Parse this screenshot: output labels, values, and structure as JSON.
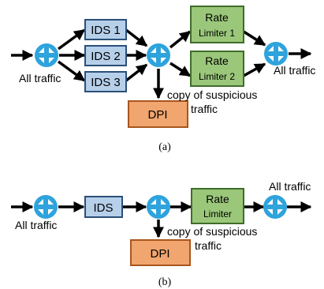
{
  "diagram_a": {
    "caption": "(a)",
    "input_label": "All traffic",
    "output_label": "All traffic",
    "ids_boxes": [
      "IDS 1",
      "IDS 2",
      "IDS 3"
    ],
    "rate_limiters": [
      {
        "line1": "Rate",
        "line2": "Limiter 1"
      },
      {
        "line1": "Rate",
        "line2": "Limiter 2"
      }
    ],
    "dpi_label": "DPI",
    "copy_label_line1": "copy of suspicious",
    "copy_label_line2": "traffic"
  },
  "diagram_b": {
    "caption": "(b)",
    "input_label": "All traffic",
    "output_label": "All traffic",
    "ids_label": "IDS",
    "rate_limiter": {
      "line1": "Rate",
      "line2": "Limiter"
    },
    "dpi_label": "DPI",
    "copy_label_line1": "copy of suspicious",
    "copy_label_line2": "traffic"
  },
  "colors": {
    "router_fill": "#2ea3dc",
    "ids_fill": "#b7d0ea",
    "ids_stroke": "#2b4f78",
    "rate_fill": "#9bc77a",
    "rate_stroke": "#3f6d2a",
    "dpi_fill": "#f0a66e",
    "dpi_stroke": "#a8561e"
  }
}
